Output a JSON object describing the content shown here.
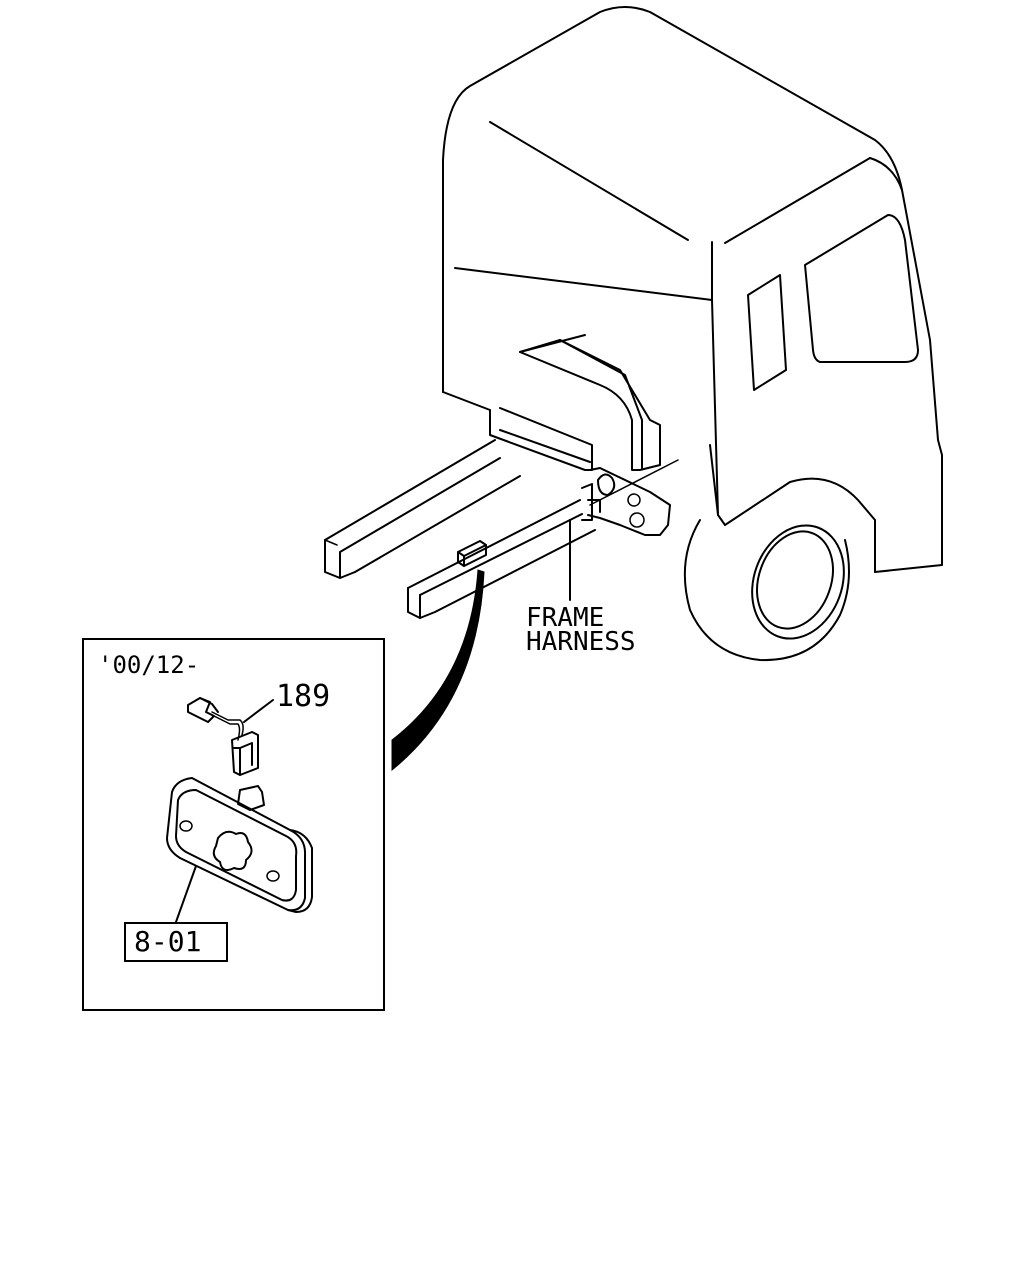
{
  "callouts": {
    "frame_harness_line1": "FRAME",
    "frame_harness_line2": "HARNESS",
    "date_code": "'00/12-",
    "part_189": "189",
    "ref_801": "8-01"
  }
}
